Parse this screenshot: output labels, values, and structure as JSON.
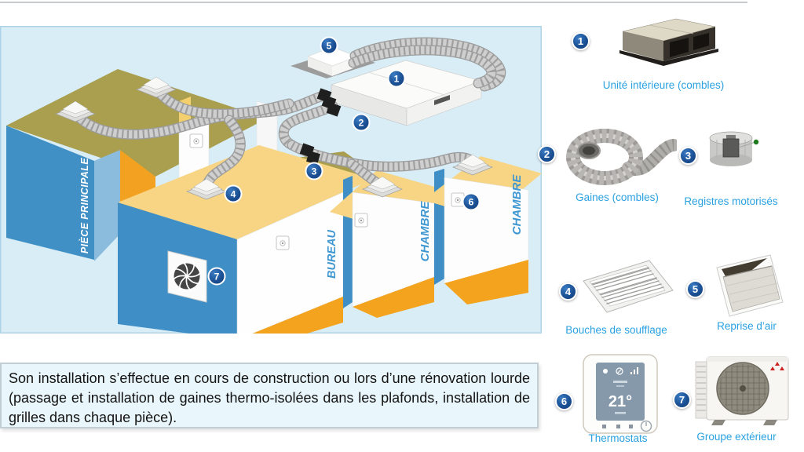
{
  "legend": {
    "items": [
      {
        "number": "1",
        "label": "Unité intérieure (combles)",
        "icon": "indoor-unit-icon"
      },
      {
        "number": "2",
        "label": "Gaines (combles)",
        "icon": "flexible-duct-icon"
      },
      {
        "number": "3",
        "label": "Registres motorisés",
        "icon": "motorized-damper-icon"
      },
      {
        "number": "4",
        "label": "Bouches de soufflage",
        "icon": "supply-grille-icon"
      },
      {
        "number": "5",
        "label": "Reprise d’air",
        "icon": "return-grille-icon"
      },
      {
        "number": "6",
        "label": "Thermostats",
        "icon": "thermostat-icon",
        "display_temperature": "21°"
      },
      {
        "number": "7",
        "label": "Groupe extérieur",
        "icon": "outdoor-unit-icon"
      }
    ],
    "label_color": "#2aa1e1"
  },
  "diagram": {
    "rooms": [
      {
        "label": "PIÈCE PRINCIPALE"
      },
      {
        "label": "BUREAU"
      },
      {
        "label": "CHAMBRE"
      },
      {
        "label": "CHAMBRE"
      }
    ],
    "colors": {
      "panel_bg": "#d9edf7",
      "panel_border": "#aed3e6",
      "wall_blue": "#4090c6",
      "wall_orange": "#f3a120",
      "roof_olive": "#a99f4e",
      "roof_cream": "#f7d584",
      "badge_blue": "#1b5094"
    }
  },
  "caption": {
    "text": "Son installation s’effectue en cours de construction ou lors d’une rénovation lourde (passage et installation de gaines thermo-isolées dans les plafonds, installation de grilles dans chaque pièce)."
  }
}
